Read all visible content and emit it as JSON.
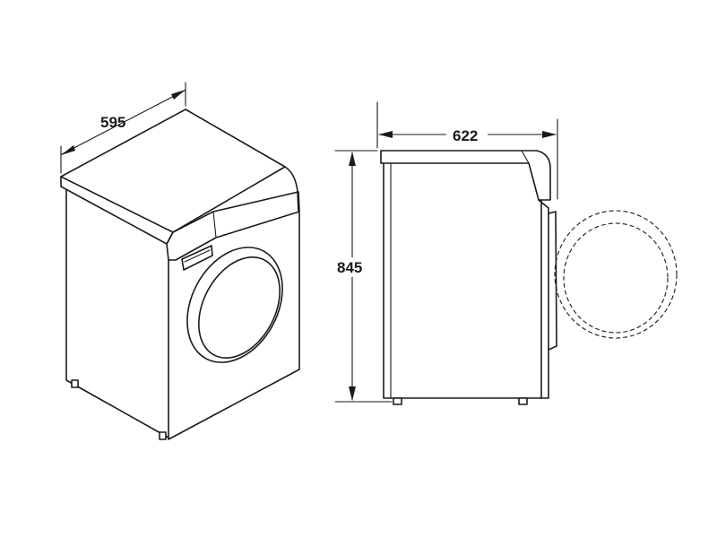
{
  "dimensions": {
    "width": "595",
    "depth": "622",
    "height": "845"
  }
}
